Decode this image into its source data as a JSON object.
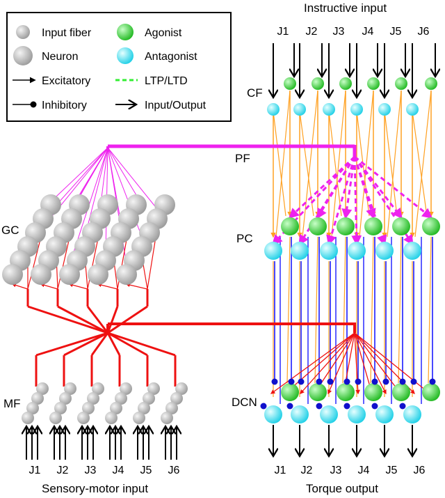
{
  "legend": {
    "input_fiber": "Input fiber",
    "neuron": "Neuron",
    "excitatory": "Excitatory",
    "inhibitory": "Inhibitory",
    "agonist": "Agonist",
    "antagonist": "Antagonist",
    "ltp_ltd": "LTP/LTD",
    "input_output": "Input/Output"
  },
  "labels": {
    "instructive_input": "Instructive input",
    "cf": "CF",
    "pf": "PF",
    "gc": "GC",
    "pc": "PC",
    "mf": "MF",
    "dcn": "DCN",
    "sensory_motor_input": "Sensory-motor input",
    "torque_output": "Torque output"
  },
  "joints": [
    "J1",
    "J2",
    "J3",
    "J4",
    "J5",
    "J6"
  ],
  "colors": {
    "parallel_fiber": "#ee22ee",
    "mossy_fiber": "#ee1111",
    "climbing_fiber": "#ffa020",
    "purkinje_axon": "#1a1aff",
    "agonist": "#2ecc2e",
    "antagonist": "#22dddd",
    "inhibitory_dot": "#1010cc",
    "neuron_gray": "#b8b8b8"
  }
}
